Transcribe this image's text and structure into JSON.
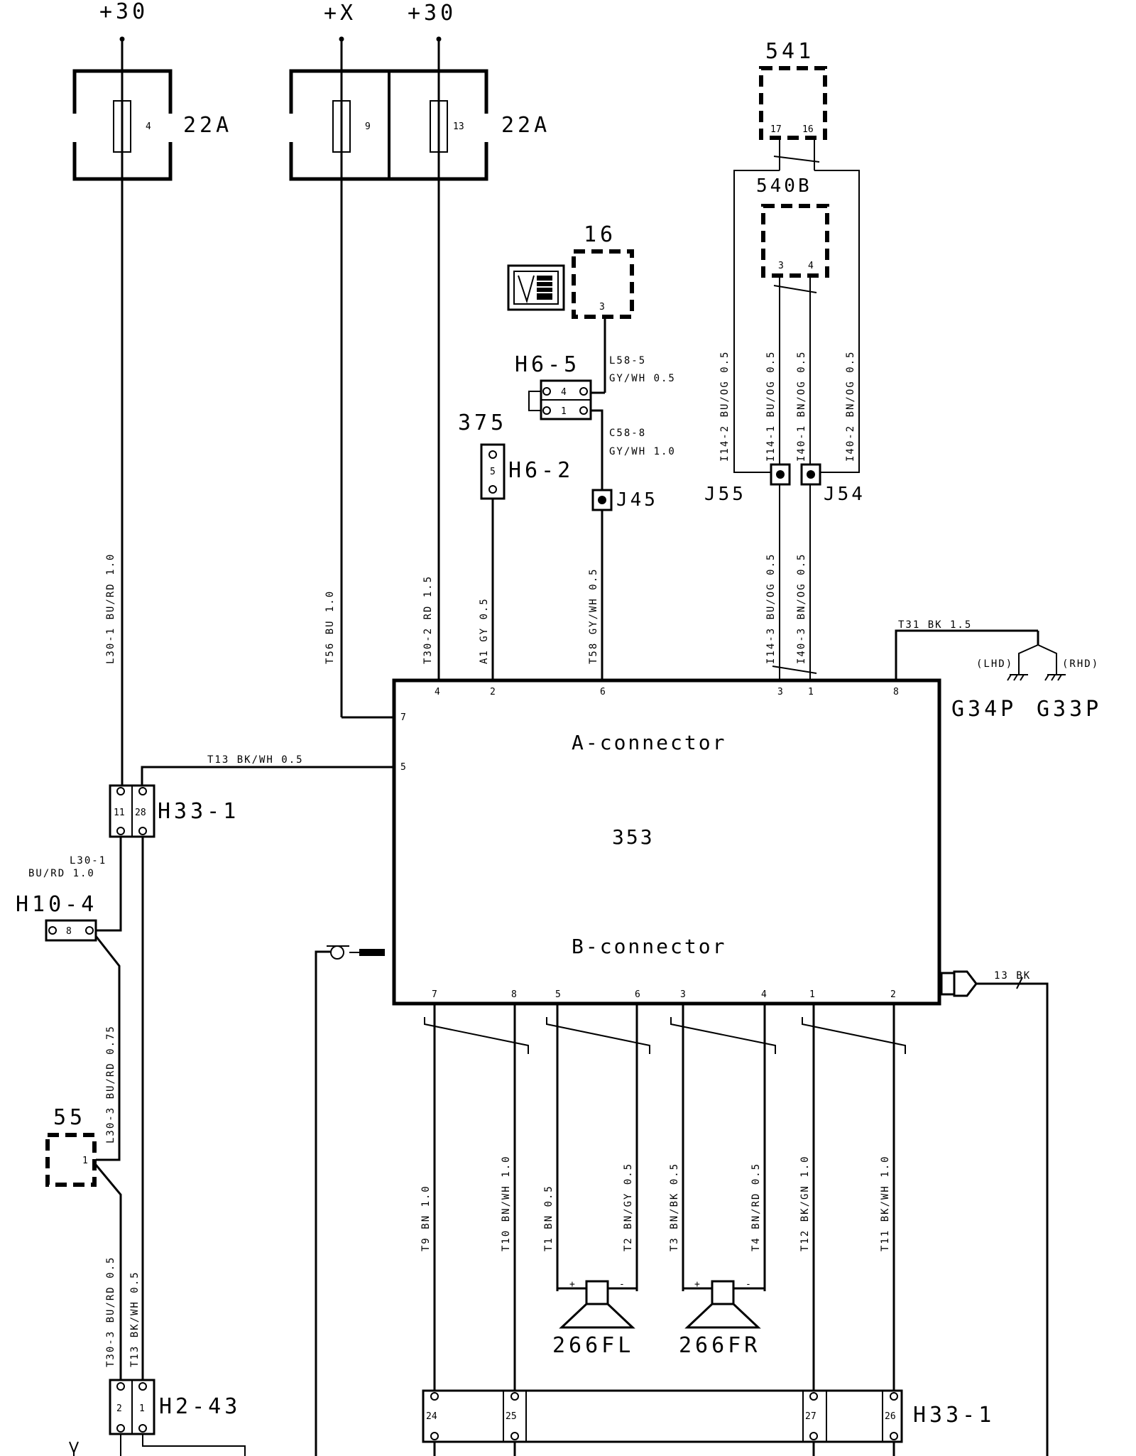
{
  "supply": {
    "left_plus30": "+30",
    "plus_x": "+X",
    "right_plus30": "+30"
  },
  "fuses": {
    "left_box": {
      "label": "22A",
      "fuse_number": "4"
    },
    "right_box": {
      "label": "22A",
      "fuse_a": "9",
      "fuse_b": "13"
    }
  },
  "components": {
    "c541": {
      "label": "541",
      "pin_a": "17",
      "pin_b": "16"
    },
    "c540b": {
      "label": "540B",
      "pin_a": "3",
      "pin_b": "4"
    },
    "c16": {
      "label": "16",
      "pin": "3"
    },
    "c375": {
      "label": "375"
    },
    "c55": {
      "label": "55",
      "pin": "1"
    },
    "c353": {
      "label": "353",
      "a_connector": "A-connector",
      "b_connector": "B-connector"
    },
    "speaker_fl": {
      "label": "266FL",
      "plus": "+",
      "minus": "-"
    },
    "speaker_fr": {
      "label": "266FR",
      "plus": "+",
      "minus": "-"
    }
  },
  "connectors": {
    "h6_5": {
      "label": "H6-5",
      "pin_a": "4",
      "pin_b": "1"
    },
    "h6_2": {
      "label": "H6-2",
      "pin": "5"
    },
    "h33_1_top": {
      "label": "H33-1",
      "pin_a": "11",
      "pin_b": "28"
    },
    "h10_4": {
      "label": "H10-4",
      "pin": "8"
    },
    "h2_43": {
      "label": "H2-43",
      "pin_a": "2",
      "pin_b": "1"
    },
    "h33_1_bottom": {
      "label": "H33-1",
      "pins": [
        "24",
        "25",
        "27",
        "26"
      ]
    }
  },
  "junctions": {
    "j45": "J45",
    "j55": "J55",
    "j54": "J54"
  },
  "grounds": {
    "g34p": "G34P",
    "g33p": "G33P",
    "lhd": "(LHD)",
    "rhd": "(RHD)"
  },
  "a_pins": {
    "p4": "4",
    "p2": "2",
    "p6": "6",
    "p3": "3",
    "p1": "1",
    "p8": "8",
    "p7": "7",
    "p5": "5"
  },
  "b_pins": {
    "p7": "7",
    "p8": "8",
    "p5": "5",
    "p6": "6",
    "p3": "3",
    "p4": "4",
    "p1": "1",
    "p2": "2"
  },
  "wires": {
    "l30_1": "L30-1 BU/RD 1.0",
    "t56": "T56 BU 1.0",
    "t30_2": "T30-2 RD 1.5",
    "a1": "A1 GY 0.5",
    "t58": "T58 GY/WH 0.5",
    "l58_5": "L58-5",
    "l58_5_color": "GY/WH 0.5",
    "c58_8": "C58-8",
    "c58_8_color": "GY/WH 1.0",
    "i14_2": "I14-2 BU/OG 0.5",
    "i14_1": "I14-1 BU/OG 0.5",
    "i40_1": "I40-1 BN/OG 0.5",
    "i40_2": "I40-2 BN/OG 0.5",
    "i14_3": "I14-3 BU/OG 0.5",
    "i40_3": "I40-3 BN/OG 0.5",
    "t31": "T31 BK 1.5",
    "t13_top": "T13 BK/WH 0.5",
    "l30_1_small_a": "L30-1",
    "l30_1_small_b": "BU/RD 1.0",
    "l30_3_a": "L30-3 BU/RD 0.75",
    "t30_3": "T30-3 BU/RD 0.5",
    "t13_bottom": "T13 BK/WH 0.5",
    "bk13": "13 BK",
    "t9": "T9 BN 1.0",
    "t10": "T10 BN/WH 1.0",
    "t1": "T1 BN 0.5",
    "t2": "T2 BN/GY 0.5",
    "t3": "T3 BN/BK 0.5",
    "t4": "T4 BN/RD 0.5",
    "t12": "T12 BK/GN 1.0",
    "t11": "T11 BK/WH 1.0"
  }
}
